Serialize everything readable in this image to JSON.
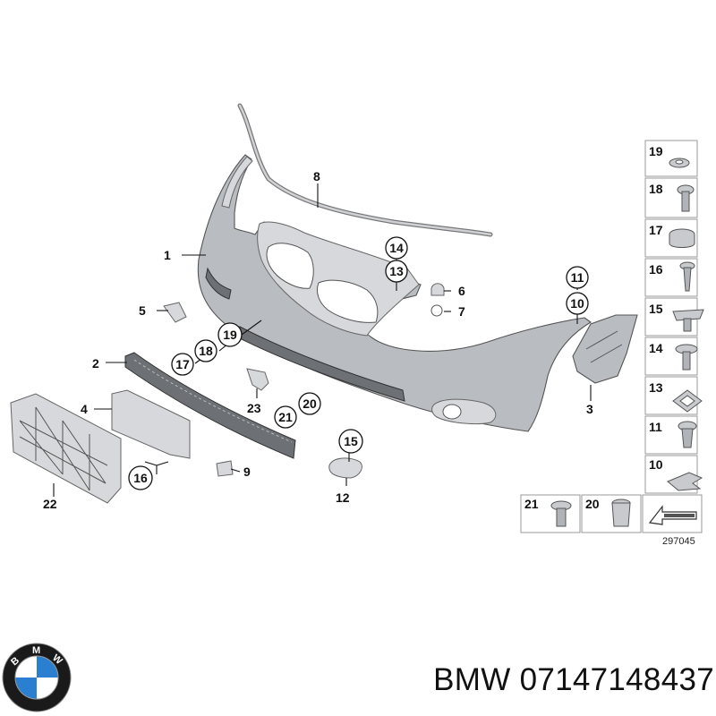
{
  "diagram": {
    "reference_number": "297045",
    "callouts": {
      "c1": "1",
      "c2": "2",
      "c3": "3",
      "c4": "4",
      "c5": "5",
      "c6": "6",
      "c7": "7",
      "c8": "8",
      "c9": "9",
      "c10": "10",
      "c11": "11",
      "c12": "12",
      "c13": "13",
      "c14": "14",
      "c15": "15",
      "c16": "16",
      "c17": "17",
      "c18": "18",
      "c19": "19",
      "c20": "20",
      "c21": "21",
      "c22": "22",
      "c23": "23"
    },
    "legend": {
      "l19": "19",
      "l18": "18",
      "l17": "17",
      "l16": "16",
      "l15": "15",
      "l14": "14",
      "l13": "13",
      "l11": "11",
      "l10": "10",
      "l21": "21",
      "l20": "20"
    }
  },
  "brand": {
    "logo_letters": [
      "B",
      "M",
      "W"
    ],
    "logo_colors": {
      "ring": "#1a1a1a",
      "blue": "#2a7fd0",
      "white": "#ffffff"
    }
  },
  "caption": "BMW 07147148437"
}
